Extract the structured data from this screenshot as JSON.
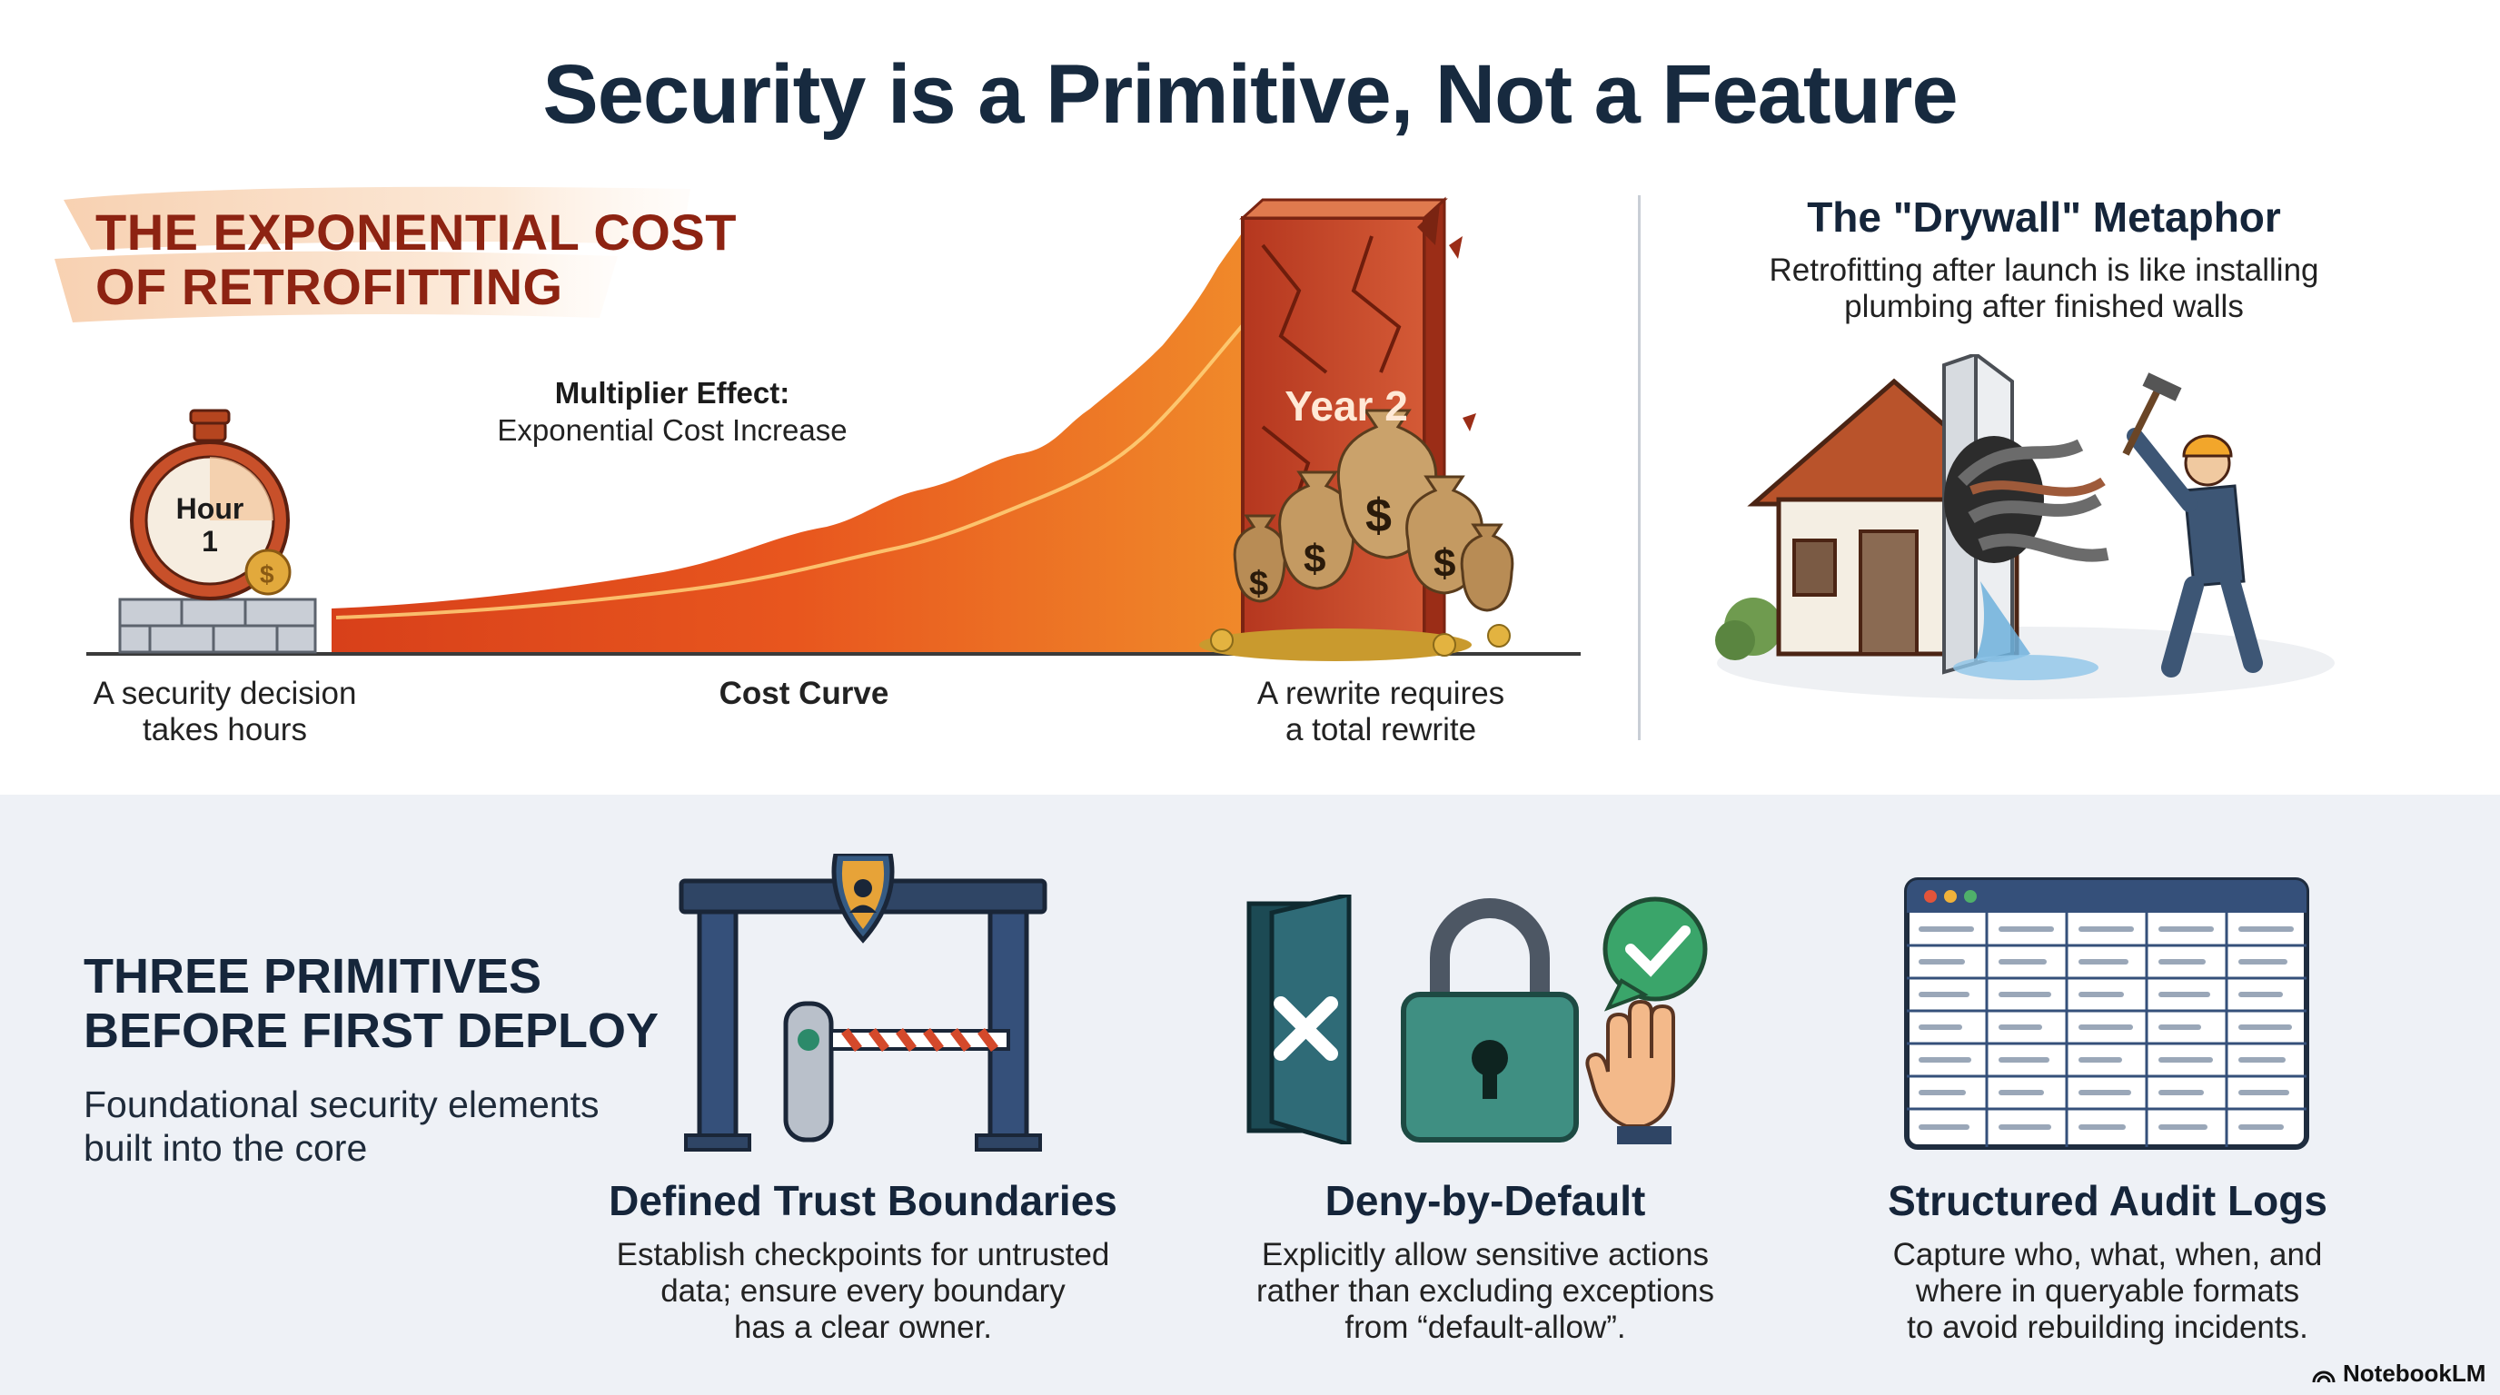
{
  "title": "Security is a Primitive, Not a Feature",
  "cost_section": {
    "heading_line1": "THE EXPONENTIAL COST",
    "heading_line2": "OF RETROFITTING",
    "clock_label_line1": "Hour",
    "clock_label_line2": "1",
    "multiplier_title": "Multiplier Effect:",
    "multiplier_sub": "Exponential Cost Increase",
    "wall_label": "Year 2",
    "left_caption_line1": "A security decision",
    "left_caption_line2": "takes hours",
    "center_caption": "Cost Curve",
    "right_caption_line1": "A rewrite requires",
    "right_caption_line2": "a total rewrite",
    "colors": {
      "heading": "#8d2312",
      "curve_light": "#f7b96a",
      "curve_dark": "#d8401a",
      "wall": "#c24a2c"
    }
  },
  "drywall": {
    "title": "The \"Drywall\" Metaphor",
    "subtitle_line1": "Retrofitting after launch is like installing",
    "subtitle_line2": "plumbing after finished walls"
  },
  "primitives": {
    "heading_line1": "THREE PRIMITIVES",
    "heading_line2": "BEFORE FIRST DEPLOY",
    "sub_line1": "Foundational security elements",
    "sub_line2": "built into the core",
    "items": [
      {
        "title": "Defined Trust Boundaries",
        "desc_line1": "Establish checkpoints for untrusted",
        "desc_line2": "data; ensure every boundary",
        "desc_line3": "has a clear owner."
      },
      {
        "title": "Deny-by-Default",
        "desc_line1": "Explicitly allow sensitive actions",
        "desc_line2": "rather than excluding exceptions",
        "desc_line3": "from “default-allow”."
      },
      {
        "title": "Structured Audit Logs",
        "desc_line1": "Capture who, what, when, and",
        "desc_line2": "where in queryable formats",
        "desc_line3": "to avoid rebuilding incidents."
      }
    ]
  },
  "footer": {
    "brand": "NotebookLM"
  }
}
